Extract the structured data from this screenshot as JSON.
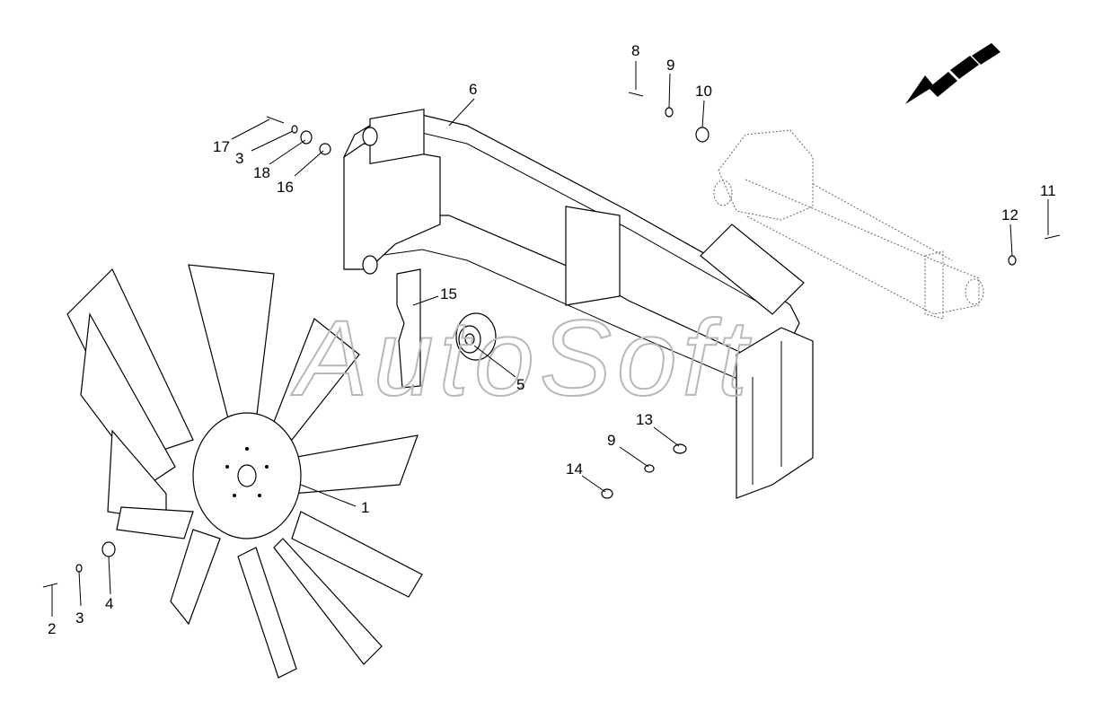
{
  "watermark": "AutoSoft",
  "callouts": [
    {
      "id": "1",
      "label": "1"
    },
    {
      "id": "2",
      "label": "2"
    },
    {
      "id": "3a",
      "label": "3"
    },
    {
      "id": "3b",
      "label": "3"
    },
    {
      "id": "4",
      "label": "4"
    },
    {
      "id": "5",
      "label": "5"
    },
    {
      "id": "6",
      "label": "6"
    },
    {
      "id": "8",
      "label": "8"
    },
    {
      "id": "9a",
      "label": "9"
    },
    {
      "id": "9b",
      "label": "9"
    },
    {
      "id": "10",
      "label": "10"
    },
    {
      "id": "11",
      "label": "11"
    },
    {
      "id": "12",
      "label": "12"
    },
    {
      "id": "13",
      "label": "13"
    },
    {
      "id": "14",
      "label": "14"
    },
    {
      "id": "15",
      "label": "15"
    },
    {
      "id": "16",
      "label": "16"
    },
    {
      "id": "17",
      "label": "17"
    },
    {
      "id": "18",
      "label": "18"
    }
  ]
}
